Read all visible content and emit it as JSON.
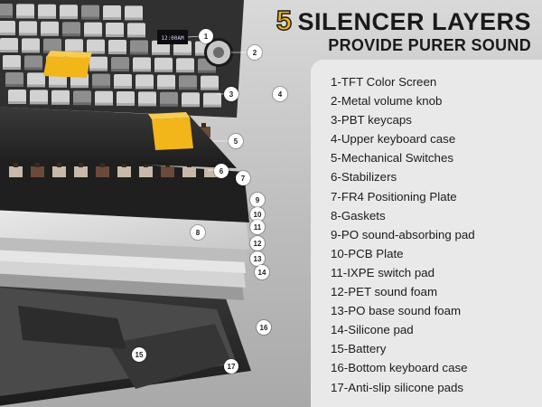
{
  "headline": {
    "number": "5",
    "title": "SILENCER LAYERS",
    "subtitle": "PROVIDE PURER SOUND"
  },
  "callouts": [
    "1",
    "2",
    "3",
    "4",
    "5",
    "6",
    "7",
    "8",
    "9",
    "10",
    "11",
    "12",
    "13",
    "14",
    "15",
    "16",
    "17"
  ],
  "screen_text": "12:00AM",
  "parts": [
    "1-TFT Color Screen",
    "2-Metal volume knob",
    "3-PBT keycaps",
    "4-Upper keyboard case",
    "5-Mechanical Switches",
    "6-Stabilizers",
    "7-FR4 Positioning Plate",
    "8-Gaskets",
    "9-PO sound-absorbing pad",
    "10-PCB Plate",
    "11-IXPE switch pad",
    "12-PET sound foam",
    "13-PO base sound foam",
    "14-Silicone pad",
    "15-Battery",
    "16-Bottom keyboard case",
    "17-Anti-slip silicone pads"
  ],
  "colors": {
    "accent": "#f2b51a",
    "panel": "#e9e9e9",
    "case": "#2b2b2b",
    "text": "#1a1a1a"
  }
}
